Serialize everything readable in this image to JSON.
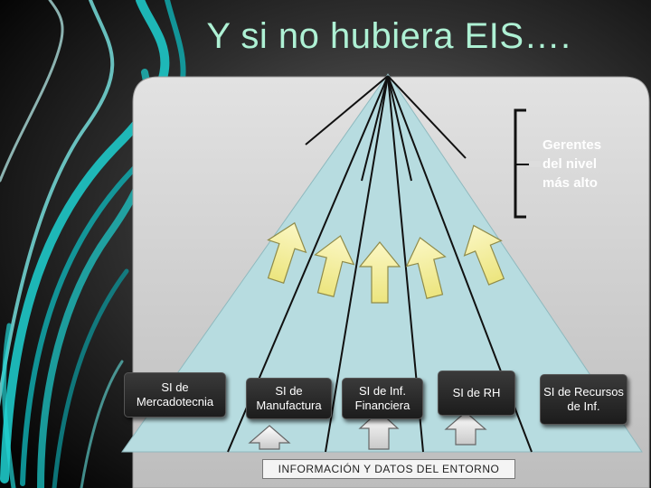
{
  "title": "Y si no hubiera EIS….",
  "top_managers_label": "Gerentes del nivel más alto",
  "systems": [
    {
      "label": "SI de Mercadotecnia"
    },
    {
      "label": "SI de Manufactura"
    },
    {
      "label": "SI de Inf. Financiera"
    },
    {
      "label": "SI de RH"
    },
    {
      "label": "SI de Recursos de Inf."
    }
  ],
  "environment_label": "INFORMACIÓN Y DATOS DEL ENTORNO",
  "colors": {
    "title": "#aef1d4",
    "pyramid_fill": "#b7dce0",
    "up_arrow_fill": "#f6f1a8",
    "swirl": "#1ec8c8",
    "background": "#000000"
  }
}
